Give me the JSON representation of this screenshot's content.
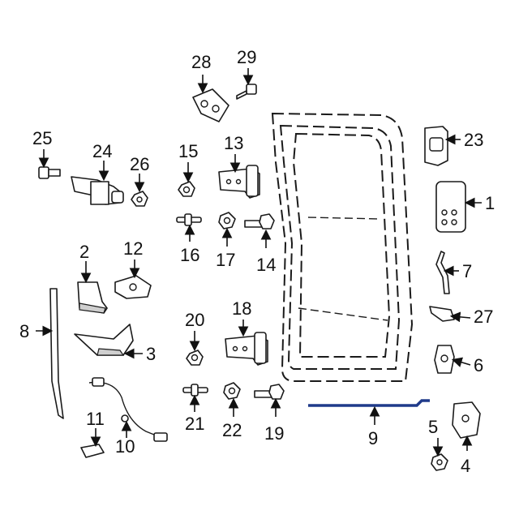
{
  "callouts": [
    {
      "id": "1",
      "text": "1"
    },
    {
      "id": "2",
      "text": "2"
    },
    {
      "id": "3",
      "text": "3"
    },
    {
      "id": "4",
      "text": "4"
    },
    {
      "id": "5",
      "text": "5"
    },
    {
      "id": "6",
      "text": "6"
    },
    {
      "id": "7",
      "text": "7"
    },
    {
      "id": "8",
      "text": "8"
    },
    {
      "id": "9",
      "text": "9"
    },
    {
      "id": "10",
      "text": "10"
    },
    {
      "id": "11",
      "text": "11"
    },
    {
      "id": "12",
      "text": "12"
    },
    {
      "id": "13",
      "text": "13"
    },
    {
      "id": "14",
      "text": "14"
    },
    {
      "id": "15",
      "text": "15"
    },
    {
      "id": "16",
      "text": "16"
    },
    {
      "id": "17",
      "text": "17"
    },
    {
      "id": "18",
      "text": "18"
    },
    {
      "id": "19",
      "text": "19"
    },
    {
      "id": "20",
      "text": "20"
    },
    {
      "id": "21",
      "text": "21"
    },
    {
      "id": "22",
      "text": "22"
    },
    {
      "id": "23",
      "text": "23"
    },
    {
      "id": "24",
      "text": "24"
    },
    {
      "id": "25",
      "text": "25"
    },
    {
      "id": "26",
      "text": "26"
    },
    {
      "id": "27",
      "text": "27"
    },
    {
      "id": "28",
      "text": "28"
    },
    {
      "id": "29",
      "text": "29"
    }
  ],
  "highlight_color": "#1f3a8a",
  "line_color": "#1a1a1a"
}
